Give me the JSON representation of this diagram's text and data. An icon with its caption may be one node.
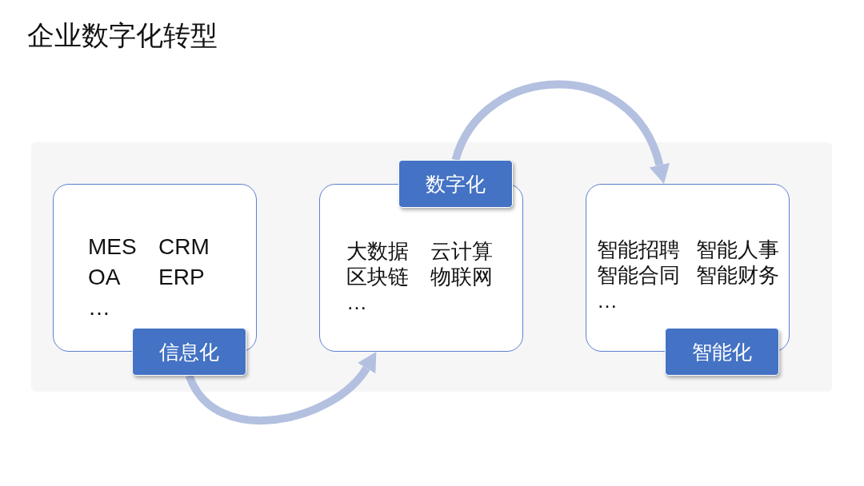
{
  "diagram": {
    "title": "企业数字化转型",
    "nodes": [
      {
        "text": [
          "MES",
          "CRM",
          "OA",
          "ERP",
          "…"
        ]
      },
      {
        "text": [
          "信息化"
        ]
      },
      {
        "text": [
          "数字化"
        ]
      },
      {
        "text": [
          "大数据",
          "云计算",
          "区块链",
          "物联网",
          "…"
        ]
      },
      {
        "text": [
          "智能招聘",
          "智能人事",
          "智能合同",
          "智能财务",
          "…"
        ]
      },
      {
        "text": [
          "智能化"
        ]
      }
    ],
    "edges": [
      {
        "from": 1,
        "to": 3,
        "arrow": "to"
      },
      {
        "from": 2,
        "to": 4,
        "arrow": "to"
      }
    ]
  }
}
